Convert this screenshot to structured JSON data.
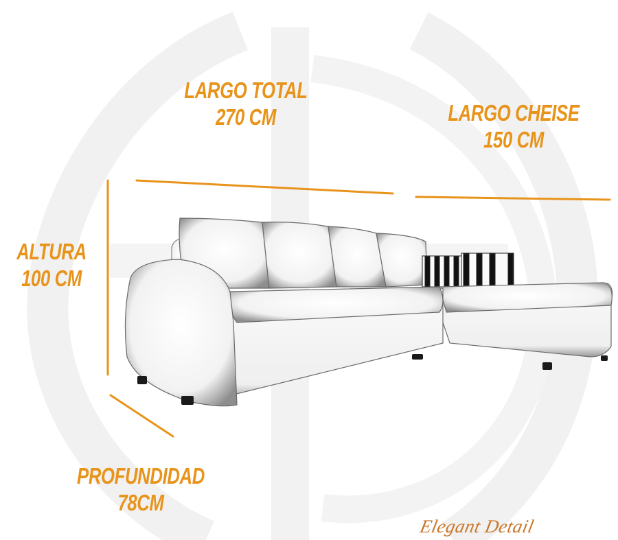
{
  "diagram": {
    "subject": "L-shaped sectional sofa with chaise",
    "colors": {
      "accent": "#E8931A",
      "brand": "#C9772A",
      "watermark": "#F1F1F1",
      "sofa_fill": "#F7F7F7",
      "sofa_shadow": "#9A9A9A",
      "pillow_stripe": "#111111",
      "background": "#FFFFFF"
    },
    "dimensions": {
      "largo_total": {
        "title": "LARGO TOTAL",
        "value": "270 CM"
      },
      "largo_cheise": {
        "title": "LARGO CHEISE",
        "value": "150 CM"
      },
      "altura": {
        "title": "ALTURA",
        "value": "100 CM"
      },
      "profundidad": {
        "title": "PROFUNDIDAD",
        "value": "78CM"
      }
    },
    "brand": {
      "text": "Elegant Detail"
    },
    "watermark": {
      "letters": "ED"
    }
  }
}
